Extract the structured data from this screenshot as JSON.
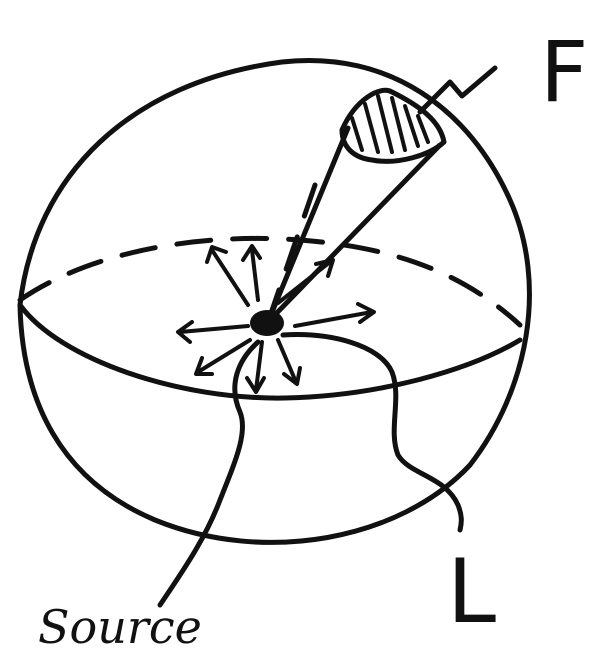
{
  "diagram": {
    "labels": {
      "flux_label": "F",
      "luminosity_label": "L",
      "source_label": "Source"
    },
    "colors": {
      "ink": "#111111",
      "background": "#ffffff"
    }
  }
}
